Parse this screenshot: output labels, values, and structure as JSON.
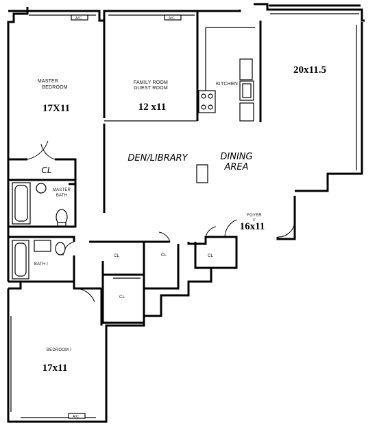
{
  "rooms": {
    "master_bedroom": {
      "name_line1": "MASTER",
      "name_line2": "BEDROOM",
      "size": "17X11"
    },
    "family_room": {
      "name_line1": "FAMILY ROOM",
      "name_line2": "GUEST ROOM",
      "size": "12 x11"
    },
    "kitchen": {
      "name": "KITCHEN"
    },
    "living_room": {
      "size": "20x11.5"
    },
    "den_library": {
      "name": "DEN/LIBRARY"
    },
    "dining_area": {
      "name_line1": "DINING",
      "name_line2": "AREA"
    },
    "foyer": {
      "name_line1": "FOYER",
      "name_line2": "3'",
      "size": "16x11"
    },
    "bedroom1": {
      "name": "BEDROOM I",
      "size": "17x11"
    },
    "master_bath": {
      "name_line1": "MASTER",
      "name_line2": "BATH"
    },
    "bath1": {
      "name": "BATH I"
    }
  },
  "closets": {
    "master_closet": "CL",
    "closet_a": "CL",
    "closet_b": "CL",
    "closet_c": "CL",
    "closet_d": "CL"
  },
  "ac_units": [
    "A/C",
    "A/C",
    "A/C"
  ]
}
